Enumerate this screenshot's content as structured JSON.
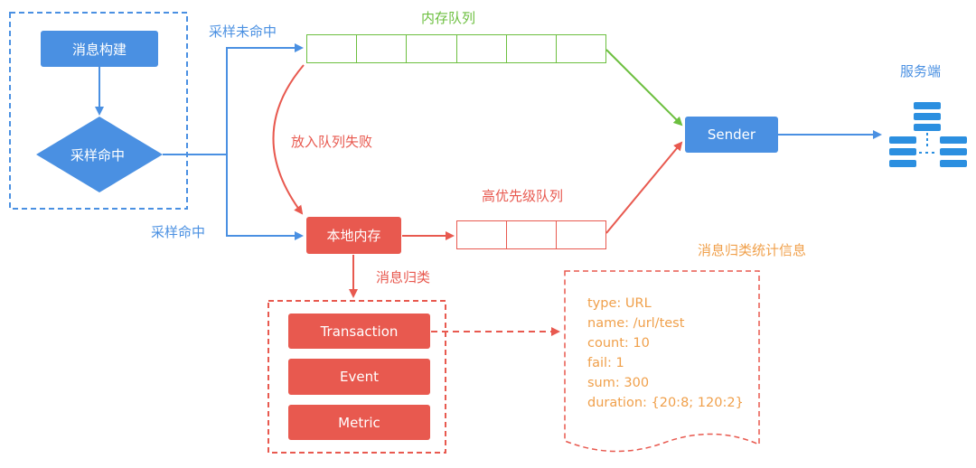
{
  "nodes": {
    "msg_build": "消息构建",
    "sampling_hit": "采样命中",
    "local_memory": "本地内存",
    "sender": "Sender",
    "transaction": "Transaction",
    "event": "Event",
    "metric": "Metric"
  },
  "labels": {
    "sampling_miss": "采样未命中",
    "sampling_hit": "采样命中",
    "memory_queue": "内存队列",
    "enqueue_failed": "放入队列失败",
    "high_priority_queue": "高优先级队列",
    "msg_classify": "消息归类",
    "server": "服务端",
    "stats_title": "消息归类统计信息"
  },
  "stats": [
    "type: URL",
    "name: /url/test",
    "count: 10",
    "fail: 1",
    "sum: 300",
    "duration: {20:8; 120:2}"
  ],
  "colors": {
    "blue": "#4a90e2",
    "red": "#e8594f",
    "green": "#6cbf3f",
    "orange": "#f0a04b"
  },
  "icons": [
    "server-cluster-icon"
  ]
}
